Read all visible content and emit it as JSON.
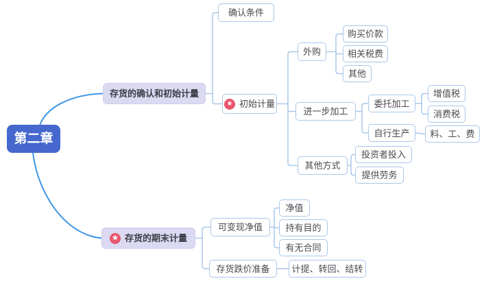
{
  "title": "Inventory chapter mind map",
  "icons": {
    "star_glyph": "★"
  },
  "colors": {
    "root_bg": "#4567CE",
    "topic_bg": "#DBDAF2",
    "node_border": "#A9C7EA",
    "connector": "#A9C7EA",
    "main_branch_line": "#3E96E6",
    "star_badge_bg": "#E8566D",
    "node_text": "#4A4A50",
    "root_text": "#FFFFFF"
  },
  "tree": {
    "label": "第二章",
    "children": [
      {
        "label": "存货的确认和初始计量",
        "children": [
          {
            "label": "确认条件"
          },
          {
            "label": "初始计量",
            "icon": "star",
            "children": [
              {
                "label": "外购",
                "children": [
                  {
                    "label": "购买价款"
                  },
                  {
                    "label": "相关税费"
                  },
                  {
                    "label": "其他"
                  }
                ]
              },
              {
                "label": "进一步加工",
                "children": [
                  {
                    "label": "委托加工",
                    "children": [
                      {
                        "label": "增值税"
                      },
                      {
                        "label": "消费税"
                      }
                    ]
                  },
                  {
                    "label": "自行生产",
                    "children": [
                      {
                        "label": "料、工、费"
                      }
                    ]
                  }
                ]
              },
              {
                "label": "其他方式",
                "children": [
                  {
                    "label": "投资者投入"
                  },
                  {
                    "label": "提供劳务"
                  }
                ]
              }
            ]
          }
        ]
      },
      {
        "label": "存货的期末计量",
        "icon": "star",
        "children": [
          {
            "label": "可变现净值",
            "children": [
              {
                "label": "净值"
              },
              {
                "label": "持有目的"
              },
              {
                "label": "有无合同"
              }
            ]
          },
          {
            "label": "存货跌价准备",
            "children": [
              {
                "label": "计提、转回、结转"
              }
            ]
          }
        ]
      }
    ]
  }
}
